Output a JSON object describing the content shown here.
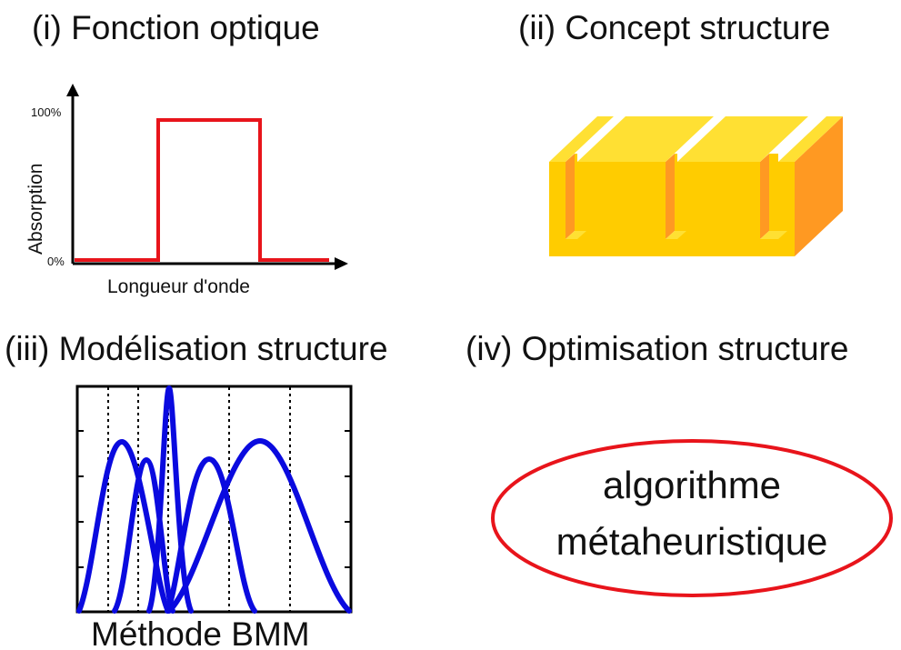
{
  "panels": {
    "optical": {
      "title": "(i) Fonction optique",
      "ylabel": "Absorption",
      "xlabel": "Longueur d'onde",
      "ytick_top": "100%",
      "ytick_bottom": "0%",
      "line_color": "#e8141b"
    },
    "concept": {
      "title": "(ii) Concept structure",
      "colors": {
        "face": "#ffcc00",
        "top": "#ffe033",
        "side": "#ff9922"
      }
    },
    "modeling": {
      "title": "(iii) Modélisation structure",
      "xlabel": "Méthode BMM",
      "curve_color": "#0a0adf"
    },
    "optimization": {
      "title": "(iv) Optimisation structure",
      "oval_line1": "algorithme",
      "oval_line2": "métaheuristique",
      "oval_color": "#e8141b"
    }
  }
}
